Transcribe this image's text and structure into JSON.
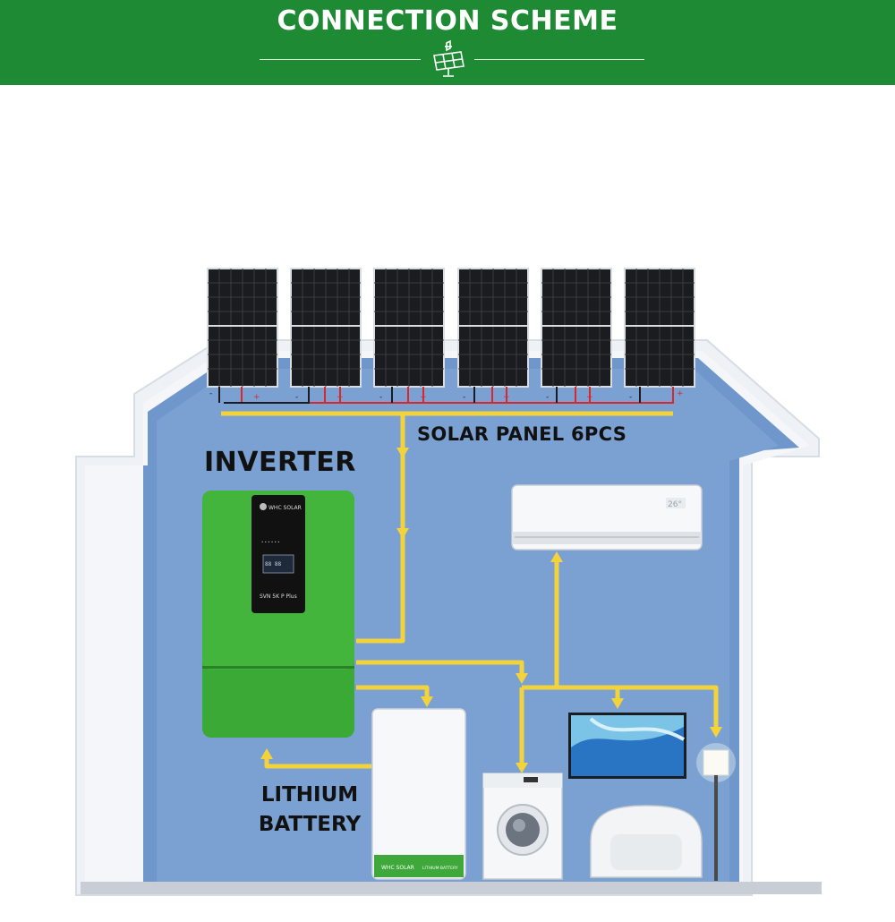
{
  "header": {
    "title": "CONNECTION SCHEME",
    "background": "#1e8a34"
  },
  "labels": {
    "inverter": "INVERTER",
    "solar_panel": "SOLAR PANEL 6PCS",
    "battery_line1": "LITHIUM",
    "battery_line2": "BATTERY"
  },
  "inverter": {
    "brand": "WHC SOLAR",
    "model": "SVN 5K P Plus"
  },
  "battery": {
    "brand": "WHC SOLAR",
    "model": "LITHIUM BATTERY"
  },
  "air_conditioner": {
    "display": "26°"
  },
  "solar_panels": {
    "count": 6
  },
  "colors": {
    "house_wall": "#6f97cb",
    "house_outline": "#eef1f5",
    "wire": "#f3d23c",
    "inverter_green": "#3aa935",
    "panel": "#1b1c20"
  }
}
